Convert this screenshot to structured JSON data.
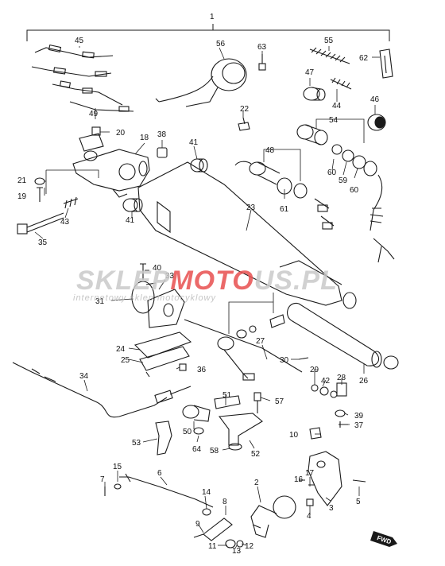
{
  "diagram": {
    "group_label": "1",
    "fwd_badge": "FWD",
    "watermark": {
      "brand_grey": "SKLEP",
      "brand_red": "MOTO",
      "brand_grey2": "US.PL",
      "tagline": "internetowy sklep motocyklowy"
    },
    "labels": {
      "1": "1",
      "2": "2",
      "3": "3",
      "4": "4",
      "5": "5",
      "6": "6",
      "7": "7",
      "8": "8",
      "9": "9",
      "10": "10",
      "11": "11",
      "12": "12",
      "13": "13",
      "14": "14",
      "15": "15",
      "16": "16",
      "17": "17",
      "18": "18",
      "19": "19",
      "20": "20",
      "21": "21",
      "22": "22",
      "23": "23",
      "24": "24",
      "25": "25",
      "26": "26",
      "27": "27",
      "28": "28",
      "29": "29",
      "30": "30",
      "31": "31",
      "33": "33",
      "34": "34",
      "35": "35",
      "36": "36",
      "37": "37",
      "38": "38",
      "39": "39",
      "40": "40",
      "41a": "41",
      "41b": "41",
      "42": "42",
      "43": "43",
      "44": "44",
      "45": "45",
      "46": "46",
      "47": "47",
      "48": "48",
      "49": "49",
      "50": "50",
      "51": "51",
      "52": "52",
      "53": "53",
      "54": "54",
      "55": "55",
      "56": "56",
      "57": "57",
      "58": "58",
      "59": "59",
      "60a": "60",
      "60b": "60",
      "61": "61",
      "62": "62",
      "63": "63",
      "64": "64"
    },
    "colors": {
      "ink": "#1a1a1a",
      "watermark_grey": "#c9c9c9",
      "watermark_red": "#e85050"
    }
  }
}
